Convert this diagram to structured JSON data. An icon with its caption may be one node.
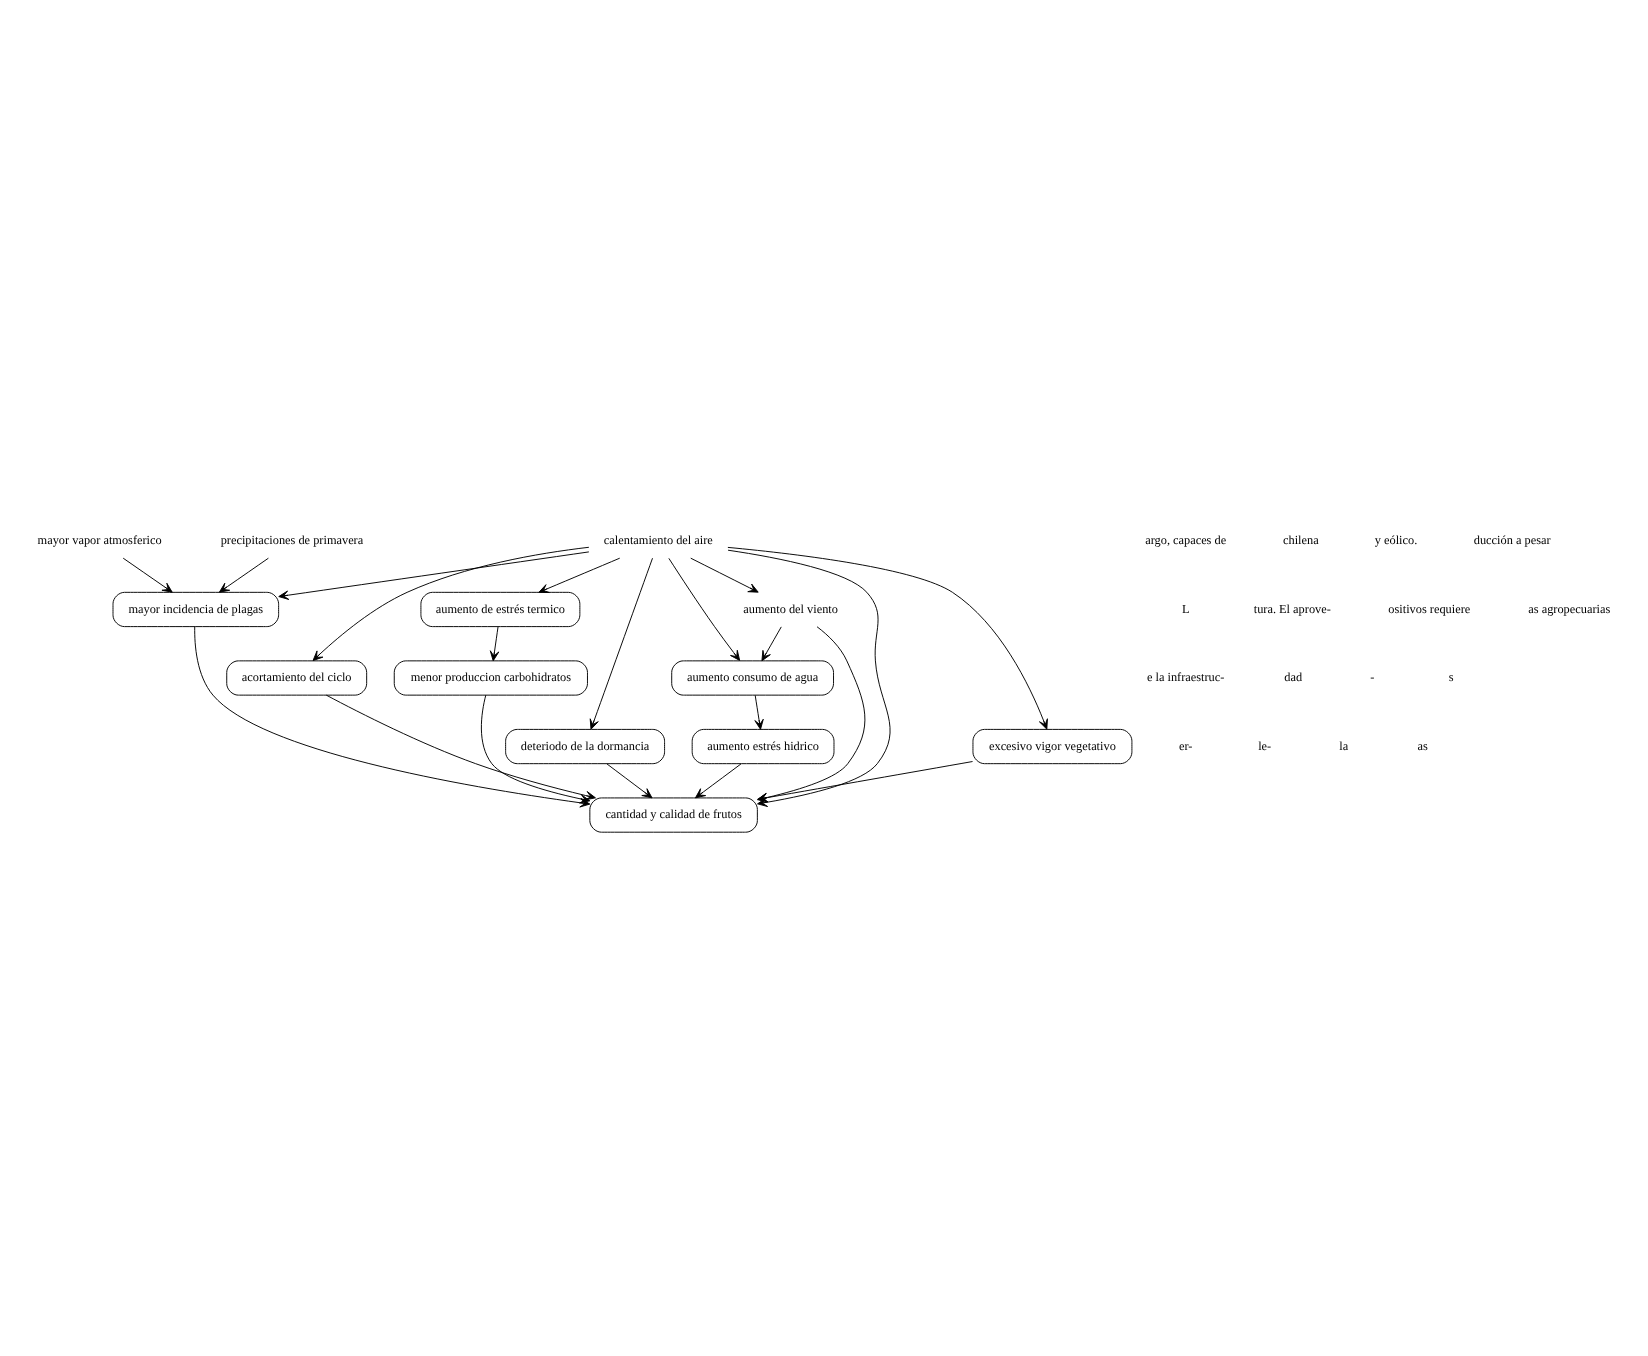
{
  "diagram": {
    "nodes": [
      {
        "text": [
          "excesivo vigor vegetativo"
        ]
      },
      {
        "text": [
          "acortamiento del ciclo"
        ]
      },
      {
        "text": [
          "mayor vapor atmosferico"
        ]
      },
      {
        "text": [
          "aumento de estrés termico"
        ]
      },
      {
        "text": [
          "calentamiento del aire"
        ]
      },
      {
        "text": [
          "mayor incidencia de plagas"
        ]
      },
      {
        "text": [
          "deteriodo de la dormancia"
        ]
      },
      {
        "text": [
          "aumento consumo de agua"
        ]
      },
      {
        "text": [
          "aumento del viento"
        ]
      },
      {
        "text": [
          "precipitaciones de primavera"
        ]
      },
      {
        "text": [
          "cantidad y calidad de frutos"
        ]
      },
      {
        "text": [
          "menor produccion carbohidratos"
        ]
      },
      {
        "text": [
          "aumento estrés hidrico"
        ]
      }
    ],
    "edges": [
      {
        "from": 4,
        "to": 0,
        "arrow": "to"
      },
      {
        "from": 4,
        "to": 1,
        "arrow": "to"
      },
      {
        "from": 4,
        "to": 3,
        "arrow": "to"
      },
      {
        "from": 4,
        "to": 5,
        "arrow": "to"
      },
      {
        "from": 4,
        "to": 6,
        "arrow": "to"
      },
      {
        "from": 4,
        "to": 7,
        "arrow": "to"
      },
      {
        "from": 4,
        "to": 8,
        "arrow": "to"
      },
      {
        "from": 4,
        "to": 10,
        "arrow": "to"
      },
      {
        "from": 8,
        "to": 7,
        "arrow": "to"
      },
      {
        "from": 8,
        "to": 10,
        "arrow": "to"
      },
      {
        "from": 7,
        "to": 12,
        "arrow": "to"
      },
      {
        "from": 2,
        "to": 5,
        "arrow": "to"
      },
      {
        "from": 9,
        "to": 5,
        "arrow": "to"
      },
      {
        "from": 1,
        "to": 10,
        "arrow": "to"
      },
      {
        "from": 6,
        "to": 10,
        "arrow": "to"
      },
      {
        "from": 12,
        "to": 10,
        "arrow": "to"
      },
      {
        "from": 5,
        "to": 10,
        "arrow": "to"
      },
      {
        "from": 0,
        "to": 10,
        "arrow": "to"
      },
      {
        "from": 3,
        "to": 11,
        "arrow": "to"
      },
      {
        "from": 11,
        "to": 10,
        "arrow": "to"
      }
    ],
    "labels": [
      "argo, capaces de",
      "chilena",
      "y eólico.",
      "ducción a pesar",
      "L",
      "tura. El aprove-",
      "ositivos requiere",
      "as agropecuarias",
      "e la infraestruc-",
      "dad",
      "-",
      "s",
      "er-",
      "le-",
      "la",
      "as"
    ]
  }
}
